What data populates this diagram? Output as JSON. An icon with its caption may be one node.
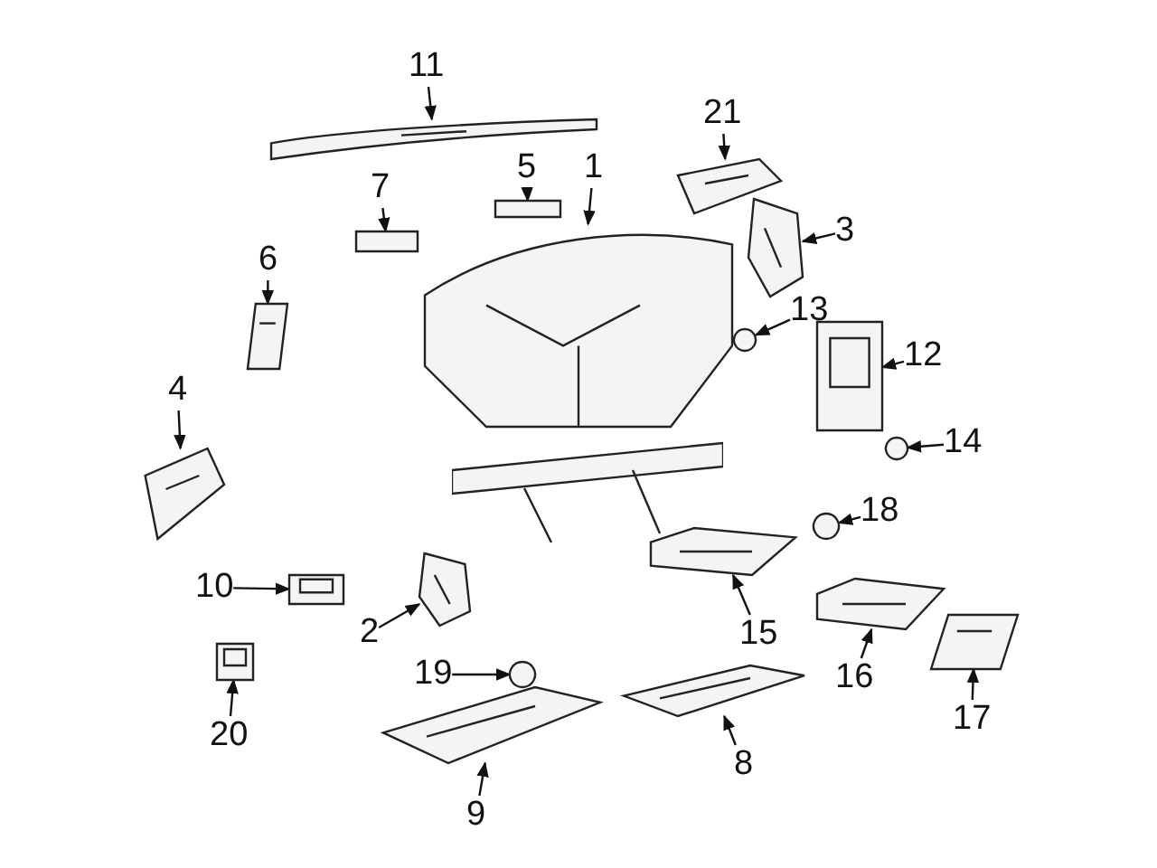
{
  "diagram": {
    "nodes": [
      {
        "text": [
          "11"
        ]
      },
      {
        "text": [],
        "shape": "picture"
      },
      {
        "text": [
          "21"
        ]
      },
      {
        "text": [],
        "shape": "picture"
      },
      {
        "text": [
          "5"
        ]
      },
      {
        "text": [],
        "shape": "box"
      },
      {
        "text": [
          "1"
        ]
      },
      {
        "text": [],
        "shape": "picture"
      },
      {
        "text": [
          "7"
        ]
      },
      {
        "text": [],
        "shape": "box"
      },
      {
        "text": [
          "3"
        ]
      },
      {
        "text": [],
        "shape": "picture"
      },
      {
        "text": [
          "6"
        ]
      },
      {
        "text": [],
        "shape": "picture"
      },
      {
        "text": [
          "13"
        ]
      },
      {
        "text": [],
        "shape": "circle"
      },
      {
        "text": [
          "12"
        ]
      },
      {
        "text": [],
        "shape": "picture"
      },
      {
        "text": [
          "4"
        ]
      },
      {
        "text": [],
        "shape": "picture"
      },
      {
        "text": [
          "14"
        ]
      },
      {
        "text": [],
        "shape": "circle"
      },
      {
        "text": [
          "18"
        ]
      },
      {
        "text": [],
        "shape": "circle"
      },
      {
        "text": [
          "10"
        ]
      },
      {
        "text": [],
        "shape": "picture"
      },
      {
        "text": [
          "2"
        ]
      },
      {
        "text": [],
        "shape": "picture"
      },
      {
        "text": [
          "15"
        ]
      },
      {
        "text": [],
        "shape": "picture"
      },
      {
        "text": [
          "19"
        ]
      },
      {
        "text": [],
        "shape": "circle"
      },
      {
        "text": [
          "16"
        ]
      },
      {
        "text": [],
        "shape": "picture"
      },
      {
        "text": [
          "20"
        ]
      },
      {
        "text": [],
        "shape": "picture"
      },
      {
        "text": [
          "17"
        ]
      },
      {
        "text": [],
        "shape": "picture"
      },
      {
        "text": [
          "8"
        ]
      },
      {
        "text": [],
        "shape": "picture"
      },
      {
        "text": [
          "9"
        ]
      },
      {
        "text": [],
        "shape": "picture"
      }
    ],
    "edges": [
      {
        "from": 0,
        "to": 1,
        "arrow": "to"
      },
      {
        "from": 2,
        "to": 3,
        "arrow": "to"
      },
      {
        "from": 4,
        "to": 5,
        "arrow": "to"
      },
      {
        "from": 6,
        "to": 7,
        "arrow": "to"
      },
      {
        "from": 8,
        "to": 9,
        "arrow": "to"
      },
      {
        "from": 10,
        "to": 11,
        "arrow": "to"
      },
      {
        "from": 12,
        "to": 13,
        "arrow": "to"
      },
      {
        "from": 14,
        "to": 15,
        "arrow": "to"
      },
      {
        "from": 16,
        "to": 17,
        "arrow": "to"
      },
      {
        "from": 18,
        "to": 19,
        "arrow": "to"
      },
      {
        "from": 20,
        "to": 21,
        "arrow": "to"
      },
      {
        "from": 22,
        "to": 23,
        "arrow": "to"
      },
      {
        "from": 24,
        "to": 25,
        "arrow": "to"
      },
      {
        "from": 26,
        "to": 27,
        "arrow": "to"
      },
      {
        "from": 28,
        "to": 29,
        "arrow": "to"
      },
      {
        "from": 30,
        "to": 31,
        "arrow": "to"
      },
      {
        "from": 32,
        "to": 33,
        "arrow": "to"
      },
      {
        "from": 34,
        "to": 35,
        "arrow": "to"
      },
      {
        "from": 36,
        "to": 37,
        "arrow": "to"
      },
      {
        "from": 38,
        "to": 39,
        "arrow": "to"
      },
      {
        "from": 40,
        "to": 41,
        "arrow": "to"
      }
    ]
  }
}
